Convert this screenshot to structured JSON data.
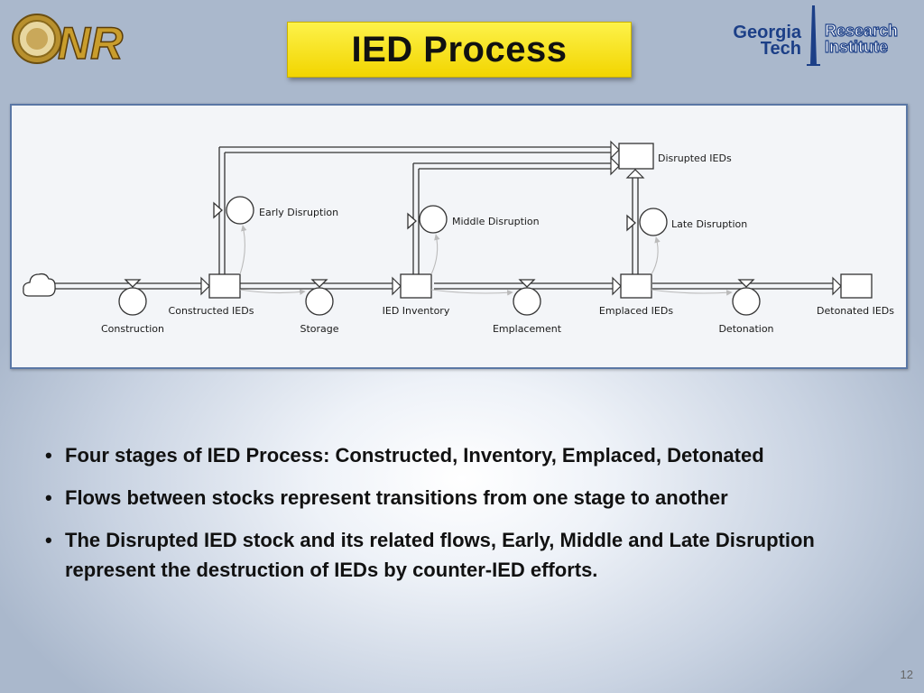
{
  "logos": {
    "left_text": "NR",
    "right_line1": "Georgia",
    "right_line2": "Tech",
    "right_line3": "Research",
    "right_line4": "Institute"
  },
  "title": "IED Process",
  "diagram": {
    "stocks": {
      "constructed": "Constructed  IEDs",
      "inventory": "IED  Inventory",
      "emplaced": "Emplaced  IEDs",
      "detonated": "Detonated  IEDs",
      "disrupted": "Disrupted  IEDs"
    },
    "flows": {
      "construction": "Construction",
      "storage": "Storage",
      "emplacement": "Emplacement",
      "detonation": "Detonation",
      "early": "Early  Disruption",
      "middle": "Middle  Disruption",
      "late": "Late  Disruption"
    }
  },
  "bullets": [
    "Four stages of IED Process: Constructed, Inventory, Emplaced, Detonated",
    "Flows between stocks represent transitions from one stage to another",
    "The Disrupted IED stock and its related flows, Early, Middle and Late Disruption represent the destruction of IEDs by counter-IED efforts."
  ],
  "bullet_char": "•",
  "page_number": "12"
}
